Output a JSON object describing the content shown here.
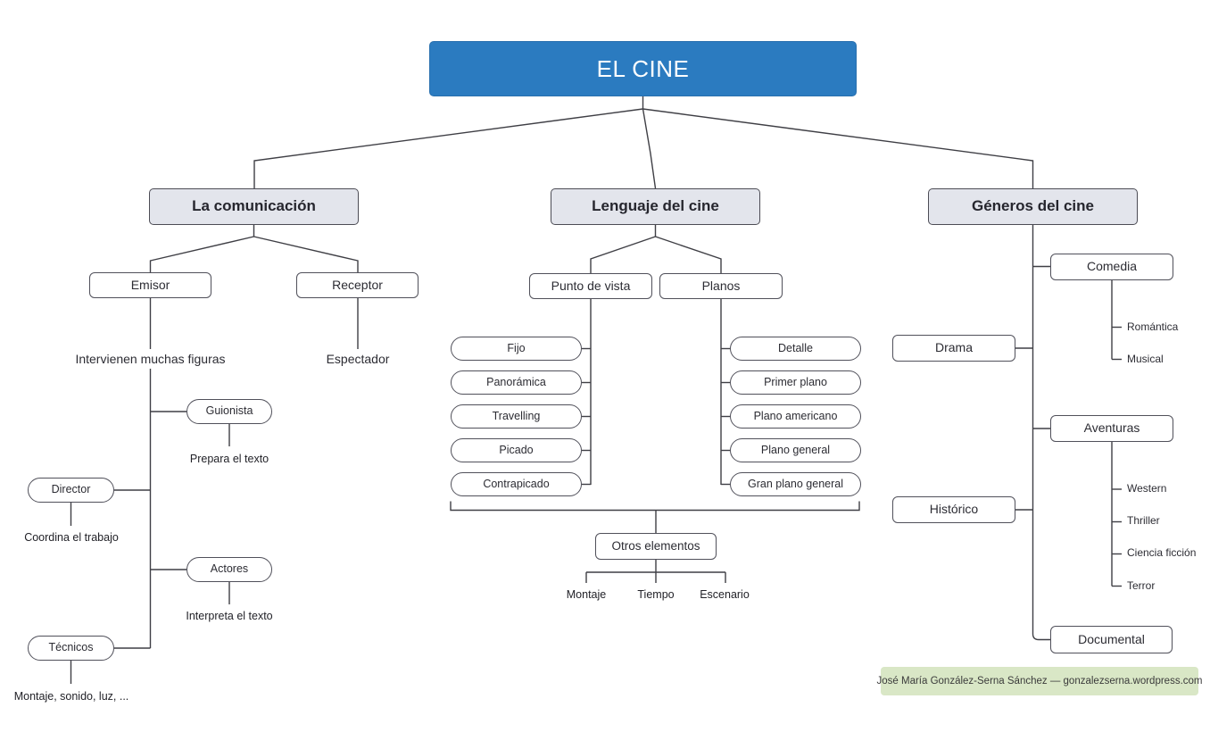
{
  "root": {
    "label": "EL CINE"
  },
  "comunicacion": {
    "label": "La comunicación",
    "emisor": {
      "label": "Emisor",
      "note": "Intervienen muchas figuras"
    },
    "receptor": {
      "label": "Receptor",
      "note": "Espectador"
    },
    "figures": [
      {
        "label": "Guionista",
        "note": "Prepara el texto"
      },
      {
        "label": "Director",
        "note": "Coordina el trabajo"
      },
      {
        "label": "Actores",
        "note": "Interpreta el texto"
      },
      {
        "label": "Técnicos",
        "note": "Montaje, sonido, luz, ..."
      }
    ]
  },
  "lenguaje": {
    "label": "Lenguaje del cine",
    "punto_de_vista": {
      "label": "Punto de vista",
      "items": [
        "Fijo",
        "Panorámica",
        "Travelling",
        "Picado",
        "Contrapicado"
      ]
    },
    "planos": {
      "label": "Planos",
      "items": [
        "Detalle",
        "Primer plano",
        "Plano americano",
        "Plano general",
        "Gran plano general"
      ]
    },
    "otros_elementos": {
      "label": "Otros elementos",
      "items": [
        "Montaje",
        "Tiempo",
        "Escenario"
      ]
    }
  },
  "generos": {
    "label": "Géneros del cine",
    "comedia": {
      "label": "Comedia",
      "subs": [
        "Romántica",
        "Musical"
      ]
    },
    "drama": {
      "label": "Drama"
    },
    "aventuras": {
      "label": "Aventuras",
      "subs": [
        "Western",
        "Thriller",
        "Ciencia ficción",
        "Terror"
      ]
    },
    "historico": {
      "label": "Histórico"
    },
    "documental": {
      "label": "Documental"
    }
  },
  "footer": {
    "credit": "José María González-Serna Sánchez — gonzalezserna.wordpress.com"
  },
  "colors": {
    "root_bg": "#2b7bc0",
    "header_bg": "#e3e5ec",
    "badge_bg": "#d9e7c6",
    "line": "#3f3f45"
  }
}
